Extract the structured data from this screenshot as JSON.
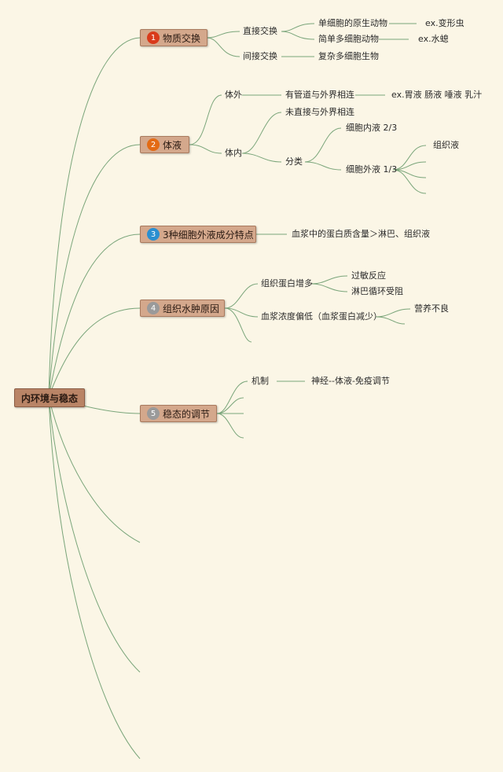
{
  "root": "内环境与稳态",
  "topics": [
    {
      "num": "1",
      "label": "物质交换",
      "color": "#d93a1b"
    },
    {
      "num": "2",
      "label": "体液",
      "color": "#e36b14"
    },
    {
      "num": "3",
      "label": "3种细胞外液成分特点",
      "color": "#2a8fd0"
    },
    {
      "num": "4",
      "label": "组织水肿原因",
      "color": "#9a9a9a"
    },
    {
      "num": "5",
      "label": "稳态的调节",
      "color": "#9a9a9a"
    }
  ],
  "t1": {
    "direct": "直接交换",
    "single": "单细胞的原生动物",
    "single_ex": "ex.变形虫",
    "simple": "简单多细胞动物",
    "simple_ex": "ex.水螅",
    "indirect": "间接交换",
    "complex": "复杂多细胞生物"
  },
  "t2": {
    "outside": "体外",
    "tube": "有管道与外界相连",
    "tube_ex": "ex.胃液 肠液 唾液 乳汁",
    "inside": "体内",
    "not_direct": "未直接与外界相连",
    "classify": "分类",
    "intra": "细胞内液 2/3",
    "extra": "细胞外液 1/3",
    "tissue": "组织液"
  },
  "t3": {
    "protein": "血浆中的蛋白质含量＞淋巴、组织液"
  },
  "t4": {
    "increase": "组织蛋白增多",
    "allergy": "过敏反应",
    "lymph": "淋巴循环受阻",
    "decrease": "血浆浓度偏低（血浆蛋白减少）",
    "nutrition": "营养不良"
  },
  "t5": {
    "mechanism": "机制",
    "network": "神经--体液-免疫调节"
  }
}
